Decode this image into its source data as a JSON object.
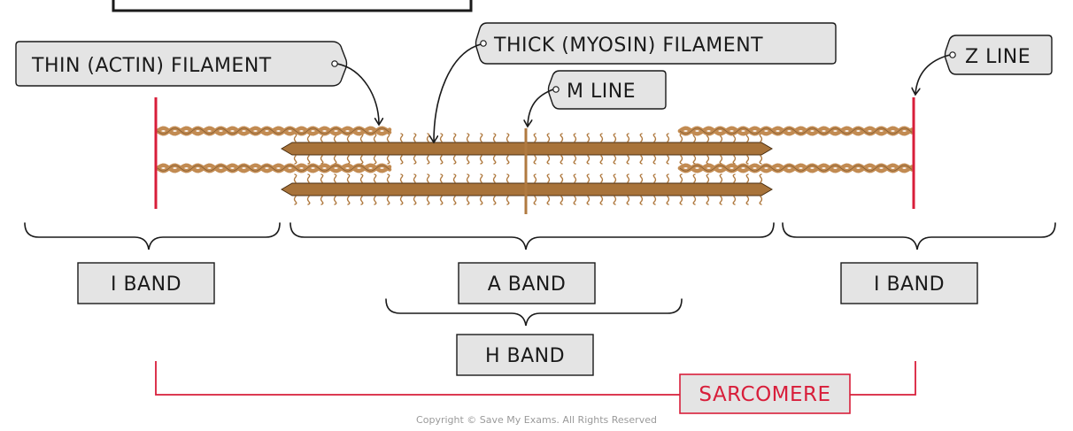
{
  "labels": {
    "thin_filament": "THIN (ACTIN) FILAMENT",
    "thick_filament": "THICK (MYOSIN) FILAMENT",
    "m_line": "M LINE",
    "z_line": "Z LINE",
    "i_band_left": "I BAND",
    "a_band": "A BAND",
    "i_band_right": "I BAND",
    "h_band": "H BAND",
    "sarcomere": "SARCOMERE"
  },
  "copyright": "Copyright © Save My Exams. All Rights Reserved",
  "colors": {
    "label_box": "#e4e4e4",
    "z_line": "#d81e3a",
    "thick_filament": "#a8733a",
    "thin_filament": "#c28b52",
    "myosin_head": "#b07a40",
    "outline": "#1a1a1a"
  }
}
